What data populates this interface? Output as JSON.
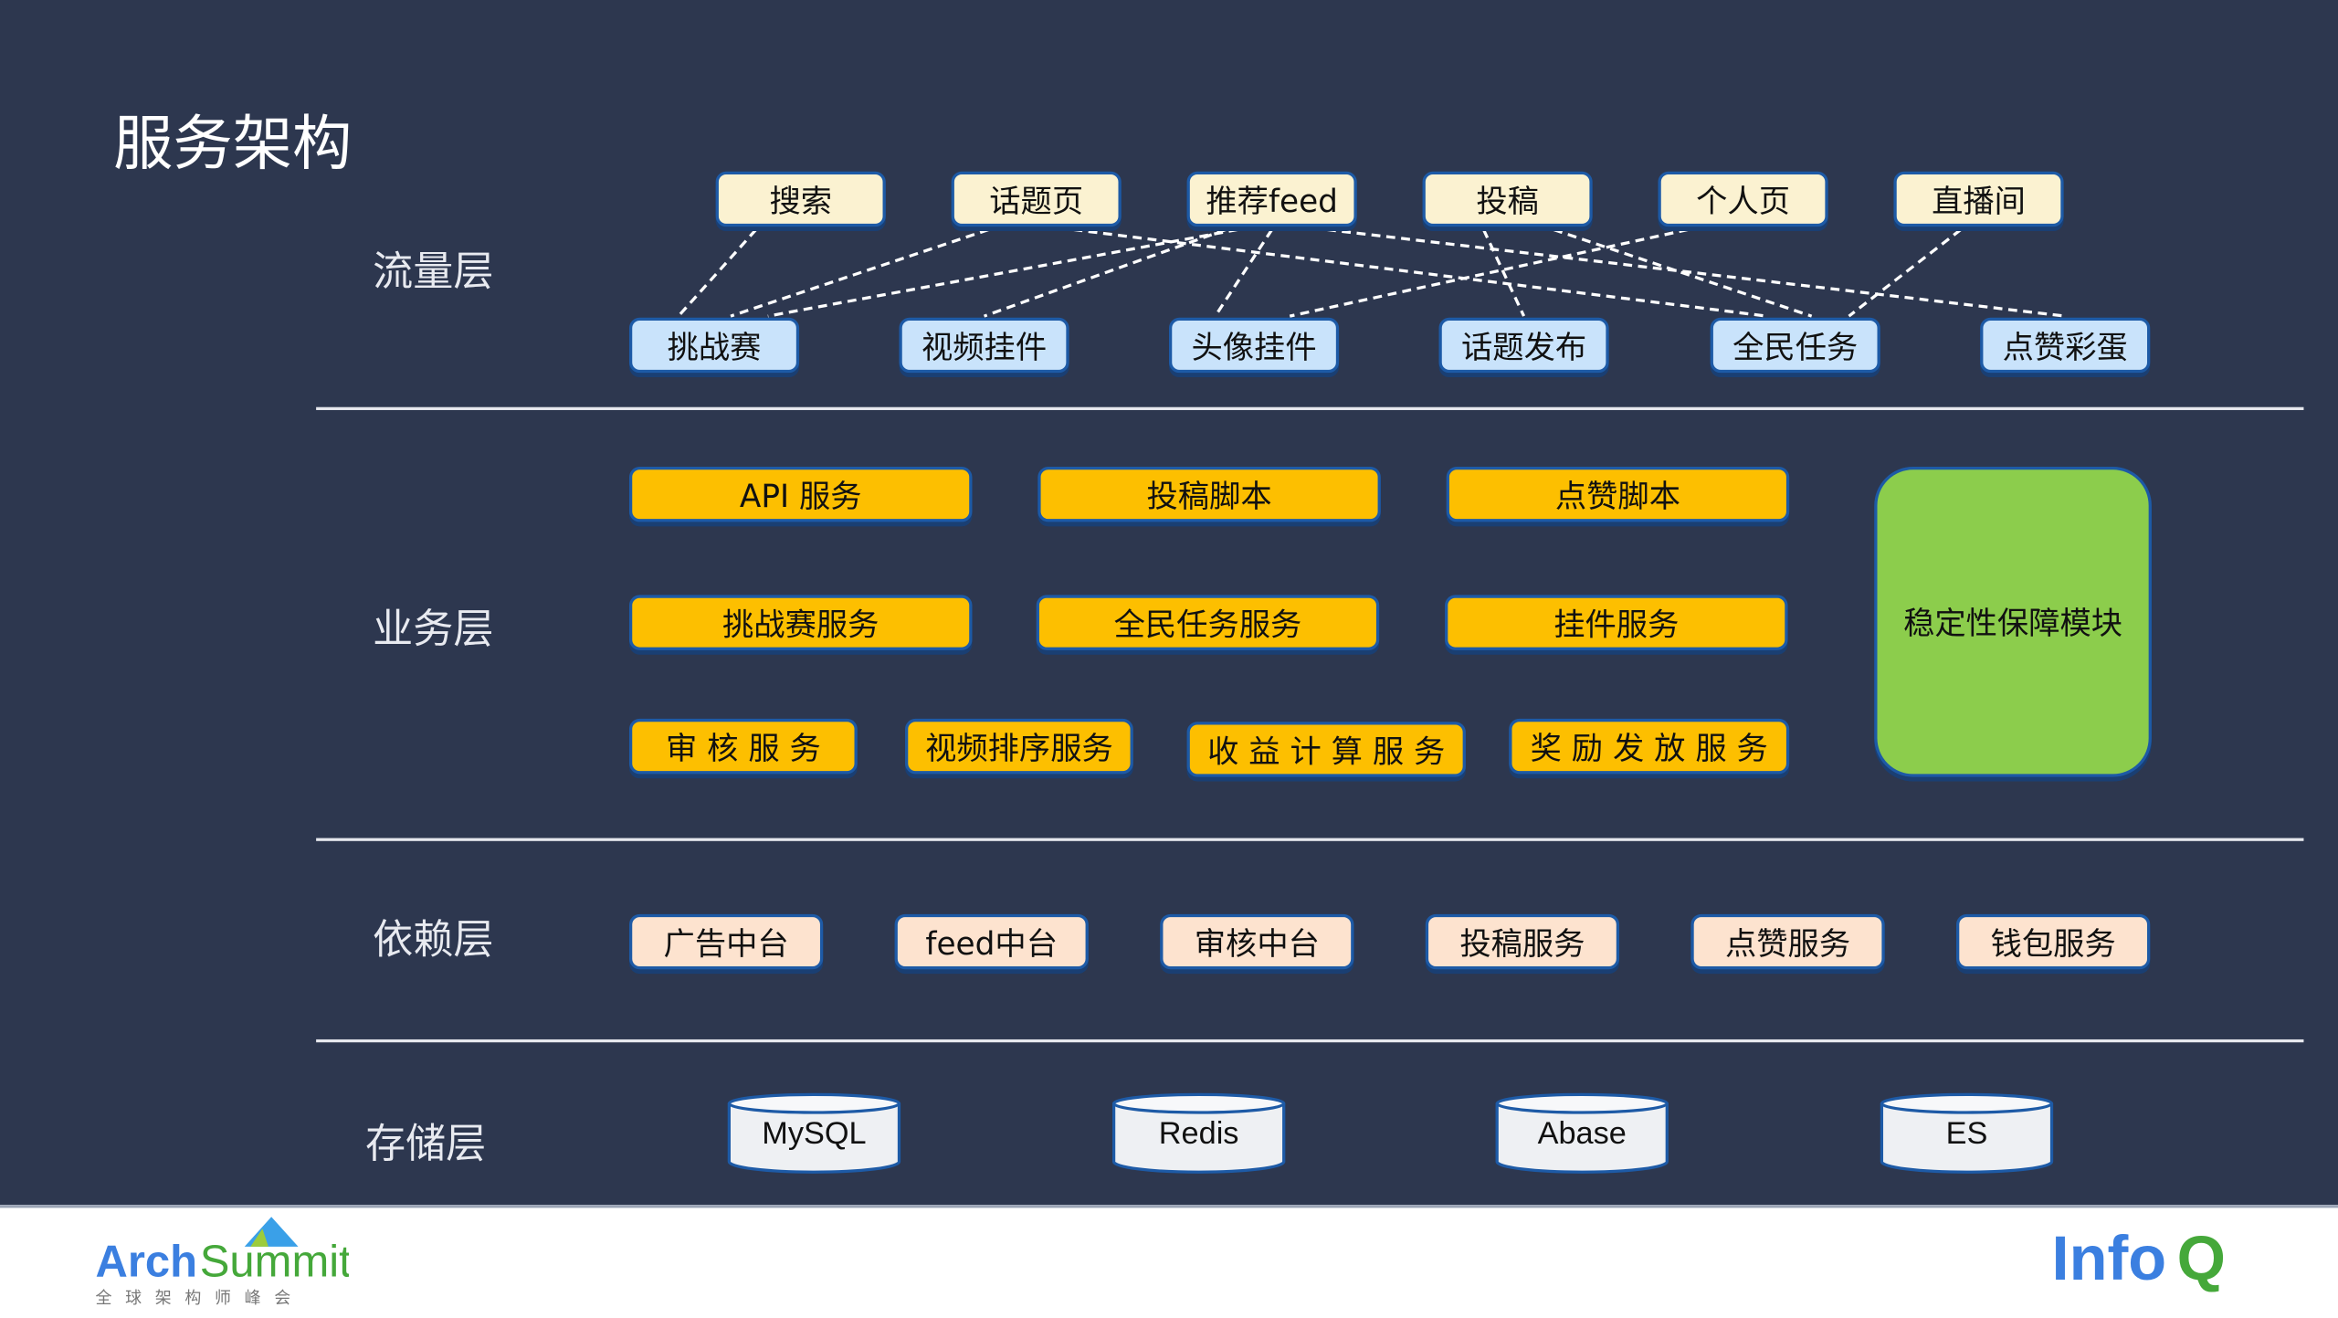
{
  "title": "服务架构",
  "layers": {
    "traffic": "流量层",
    "business": "业务层",
    "dependency": "依赖层",
    "storage": "存储层"
  },
  "traffic_entries": [
    "搜索",
    "话题页",
    "推荐feed",
    "投稿",
    "个人页",
    "直播间"
  ],
  "traffic_features": [
    "挑战赛",
    "视频挂件",
    "头像挂件",
    "话题发布",
    "全民任务",
    "点赞彩蛋"
  ],
  "business_services": [
    "API 服务",
    "投稿脚本",
    "点赞脚本",
    "挑战赛服务",
    "全民任务服务",
    "挂件服务",
    "审 核 服 务",
    "视频排序服务",
    "收 益 计 算 服 务",
    "奖 励 发 放 服 务"
  ],
  "stability_module": "稳定性保障模块",
  "dependencies": [
    "广告中台",
    "feed中台",
    "审核中台",
    "投稿服务",
    "点赞服务",
    "钱包服务"
  ],
  "storage": [
    "MySQL",
    "Redis",
    "Abase",
    "ES"
  ],
  "footer": {
    "left_logo": "ArchSummit 全球架构师峰会",
    "right_logo": "InfoQ"
  },
  "colors": {
    "background": "#2d374f",
    "entry": "#fbf2d1",
    "feature": "#c9e3fb",
    "service": "#fdbf00",
    "stability": "#8ccd4c",
    "dependency": "#fde3cf"
  }
}
